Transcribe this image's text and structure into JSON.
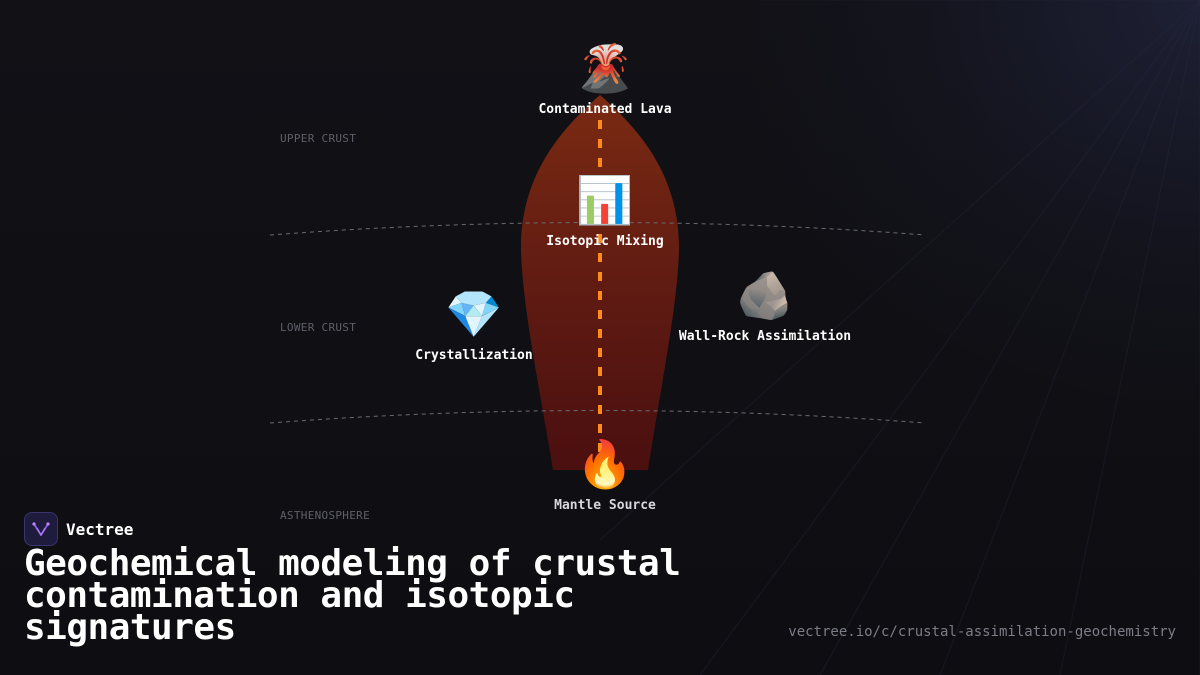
{
  "diagram": {
    "layers": [
      {
        "label": "UPPER CRUST"
      },
      {
        "label": "LOWER CRUST"
      },
      {
        "label": "ASTHENOSPHERE"
      }
    ],
    "nodes": {
      "lava": {
        "icon": "volcano-icon",
        "emoji": "🌋",
        "label": "Contaminated Lava"
      },
      "mixing": {
        "icon": "bar-chart-icon",
        "emoji": "📊",
        "label": "Isotopic Mixing"
      },
      "crystallization": {
        "icon": "gem-icon",
        "emoji": "💎",
        "label": "Crystallization"
      },
      "assimilation": {
        "icon": "rock-icon",
        "emoji": "🪨",
        "label": "Wall-Rock Assimilation"
      },
      "mantle": {
        "icon": "fire-icon",
        "emoji": "🔥",
        "label": "Mantle Source"
      }
    },
    "colors": {
      "magma_top": "#7a2a12",
      "magma_bottom": "#4a0f0f",
      "conduit": "#ff8c1a",
      "boundary": "#6a6a72"
    }
  },
  "brand": {
    "name": "Vectree",
    "logo_icon": "vectree-logo-icon",
    "accent": "#8b5cf6"
  },
  "title": "Geochemical modeling of crustal contamination and isotopic signatures",
  "url": "vectree.io/c/crustal-assimilation-geochemistry"
}
